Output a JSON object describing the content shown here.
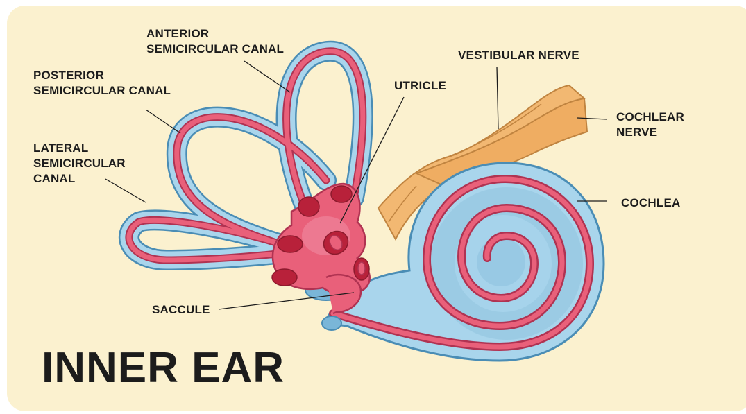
{
  "title": "INNER EAR",
  "labels": {
    "anterior": [
      "ANTERIOR",
      "SEMICIRCULAR CANAL"
    ],
    "posterior": [
      "POSTERIOR",
      "SEMICIRCULAR CANAL"
    ],
    "lateral": [
      "LATERAL",
      "SEMICIRCULAR",
      "CANAL"
    ],
    "utricle": "UTRICLE",
    "vestibular_nerve": "VESTIBULAR NERVE",
    "cochlear_nerve": [
      "COCHLEAR",
      "NERVE"
    ],
    "cochlea": "COCHLEA",
    "saccule": "SACCULE"
  },
  "colors": {
    "background": "#fbf1cf",
    "membrane": "#e9607a",
    "membrane_outline": "#b03352",
    "canal_fill": "#a9d5ec",
    "canal_outline": "#4a8db5",
    "nerve": "#f2b872",
    "nerve_outline": "#c08440",
    "spot": "#b8213a"
  }
}
